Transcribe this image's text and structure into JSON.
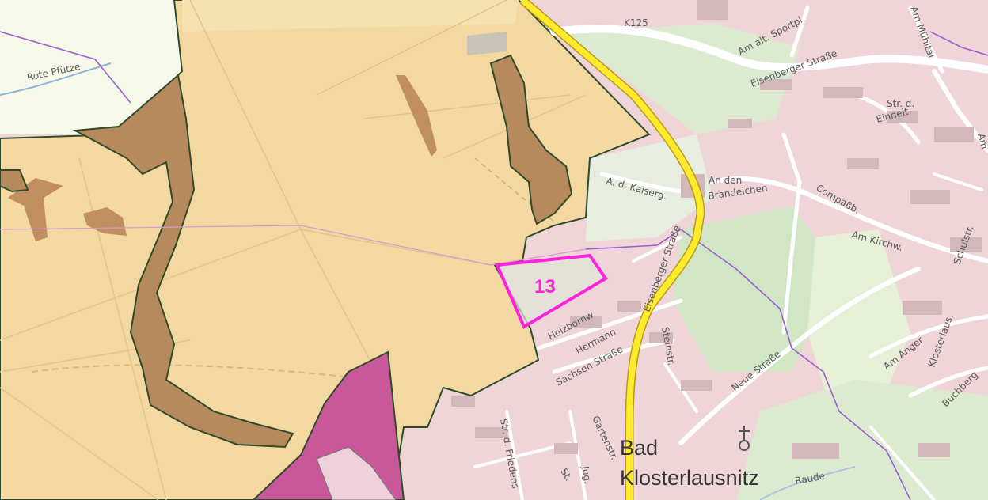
{
  "colors": {
    "farmland": "#f3d9a1",
    "clay": "#b78a5d",
    "pink_zone": "#c8589a",
    "urban": "#f0d5d8",
    "green": "#dcebd0",
    "highlight": "#ff22dd",
    "main_road": "#ffea2b",
    "boundary": "#9a5fd0"
  },
  "streets": {
    "k125": "K125",
    "am_alt_sportpl": "Am alt. Sportpl.",
    "eisenberger_strasse_n": "Eisenberger Straße",
    "eisenberger_strasse": "Eisenberger Straße",
    "str_d_einheit_1": "Str. d.",
    "str_d_einheit_2": "Einheit",
    "am_muehltal": "Am Mühltal",
    "a_d_kaiserg": "A. d. Kaiserg.",
    "an_den_1": "An den",
    "brandeichen": "Brandeichen",
    "compassb": "Compaßb.",
    "am_kirchw": "Am Kirchw.",
    "schulstr": "Schulstr.",
    "holzbornw": "Holzbornw.",
    "hermann": "Hermann",
    "sachsen_strasse": "Sachsen Straße",
    "steinstr": "Steinstr.",
    "neue_strasse": "Neue Straße",
    "am_anger": "Am Anger",
    "klosterlaus": "Klosterlaus.",
    "buchberg": "Buchberg",
    "str_d_friedens": "Str. d. Friedens",
    "gartenstr": "Gartenstr.",
    "st": "St.",
    "jug": "Jug.",
    "rote_pfuetze": "Rote Pfütze",
    "am": "Am",
    "raude": "Raude"
  },
  "places": {
    "bad": "Bad",
    "klosterlausnitz": "Klosterlausnitz"
  },
  "highlight_area": {
    "label": "13"
  },
  "icons": {
    "church": "church-cross-icon"
  }
}
